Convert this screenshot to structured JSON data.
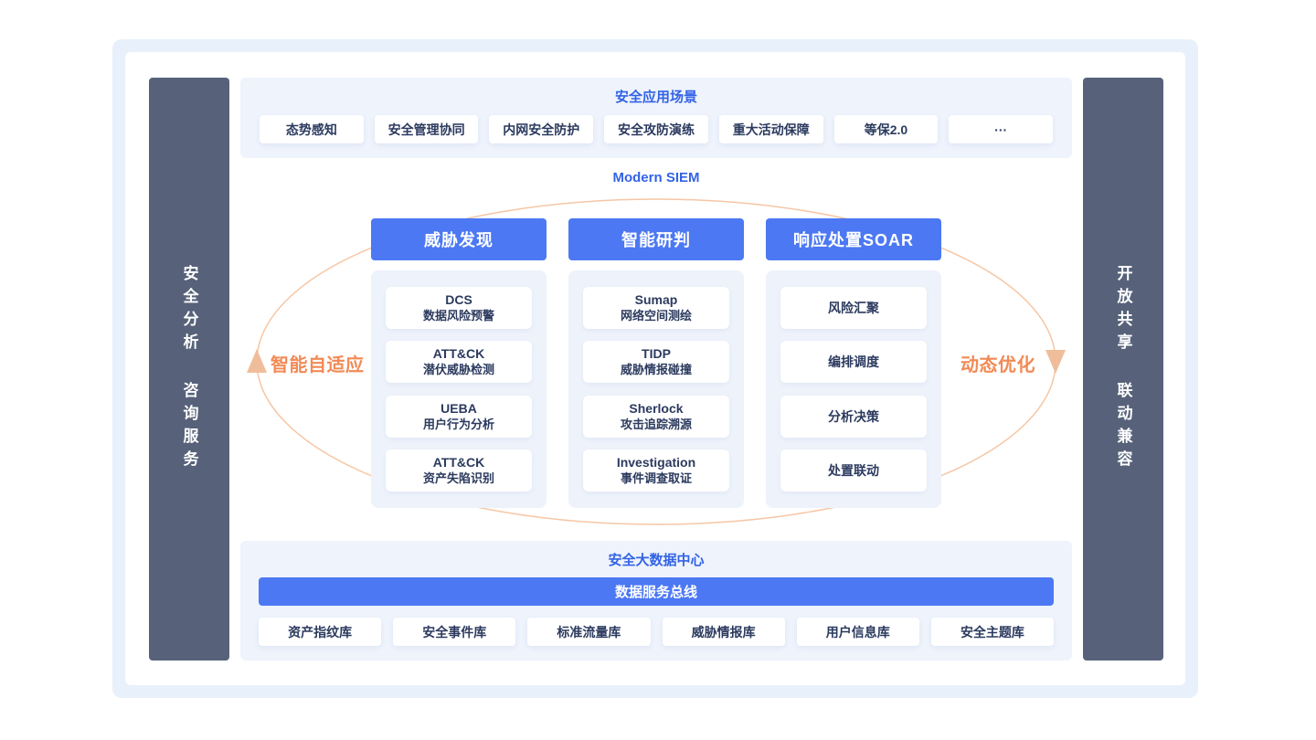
{
  "colors": {
    "accent_blue": "#4C78F3",
    "title_blue": "#3363E5",
    "section_bg": "#EEF3FC",
    "frame_bg": "#E8F0FB",
    "sidebar_bg": "#57627A",
    "text_dark": "#2B3A5E",
    "orange_label": "#F28A55",
    "ellipse_stroke": "#F6C6A4"
  },
  "left_sidebar": {
    "word1": "安全分析",
    "word2": "咨询服务"
  },
  "right_sidebar": {
    "word1": "开放共享",
    "word2": "联动兼容"
  },
  "scenarios": {
    "title": "安全应用场景",
    "items": [
      "态势感知",
      "安全管理协同",
      "内网安全防护",
      "安全攻防演练",
      "重大活动保障",
      "等保2.0",
      "···"
    ]
  },
  "siem": {
    "title": "Modern SIEM",
    "left_label": "智能自适应",
    "right_label": "动态优化",
    "columns": [
      {
        "header": "威胁发现",
        "cards": [
          {
            "title": "DCS",
            "subtitle": "数据风险预警"
          },
          {
            "title": "ATT&CK",
            "subtitle": "潜伏威胁检测"
          },
          {
            "title": "UEBA",
            "subtitle": "用户行为分析"
          },
          {
            "title": "ATT&CK",
            "subtitle": "资产失陷识别"
          }
        ]
      },
      {
        "header": "智能研判",
        "cards": [
          {
            "title": "Sumap",
            "subtitle": "网络空间测绘"
          },
          {
            "title": "TIDP",
            "subtitle": "威胁情报碰撞"
          },
          {
            "title": "Sherlock",
            "subtitle": "攻击追踪溯源"
          },
          {
            "title": "Investigation",
            "subtitle": "事件调查取证"
          }
        ]
      },
      {
        "header": "响应处置SOAR",
        "cards": [
          {
            "title": "风险汇聚"
          },
          {
            "title": "编排调度"
          },
          {
            "title": "分析决策"
          },
          {
            "title": "处置联动"
          }
        ]
      }
    ]
  },
  "datacenter": {
    "title": "安全大数据中心",
    "bus": "数据服务总线",
    "items": [
      "资产指纹库",
      "安全事件库",
      "标准流量库",
      "威胁情报库",
      "用户信息库",
      "安全主题库"
    ]
  }
}
